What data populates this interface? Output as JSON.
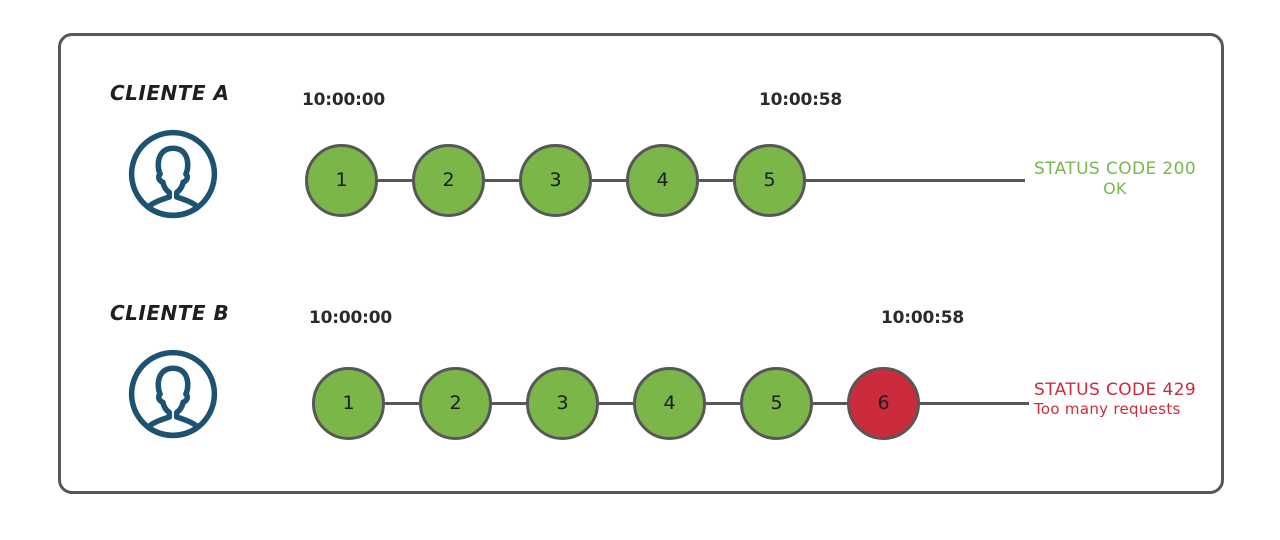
{
  "diagram": {
    "title": "Rate limiting per client request timeline",
    "background_color": "#ffffff",
    "panel_border_color": "#575757",
    "colors": {
      "node_ok": "#7ab648",
      "node_fail": "#cc2b3b",
      "node_stroke": "#575757",
      "status_ok_text": "#79b74a",
      "status_fail_text": "#cc2b3b",
      "avatar_stroke": "#1d5272",
      "timestamp_text": "#2a2a2a",
      "label_text": "#1f1f1f"
    }
  },
  "rows": [
    {
      "id": "client-a",
      "label": "CLIENTE A",
      "avatar_icon": "user-avatar-icon",
      "timestamp_start": "10:00:00",
      "timestamp_end": "10:00:58",
      "nodes": [
        {
          "number": "1",
          "state": "ok"
        },
        {
          "number": "2",
          "state": "ok"
        },
        {
          "number": "3",
          "state": "ok"
        },
        {
          "number": "4",
          "state": "ok"
        },
        {
          "number": "5",
          "state": "ok"
        }
      ],
      "status": {
        "line1": "STATUS CODE 200",
        "line2": "OK",
        "state": "ok"
      }
    },
    {
      "id": "client-b",
      "label": "CLIENTE B",
      "avatar_icon": "user-avatar-icon",
      "timestamp_start": "10:00:00",
      "timestamp_end": "10:00:58",
      "nodes": [
        {
          "number": "1",
          "state": "ok"
        },
        {
          "number": "2",
          "state": "ok"
        },
        {
          "number": "3",
          "state": "ok"
        },
        {
          "number": "4",
          "state": "ok"
        },
        {
          "number": "5",
          "state": "ok"
        },
        {
          "number": "6",
          "state": "fail"
        }
      ],
      "status": {
        "line1": "STATUS CODE 429",
        "line2": "Too many requests",
        "state": "fail"
      }
    }
  ]
}
